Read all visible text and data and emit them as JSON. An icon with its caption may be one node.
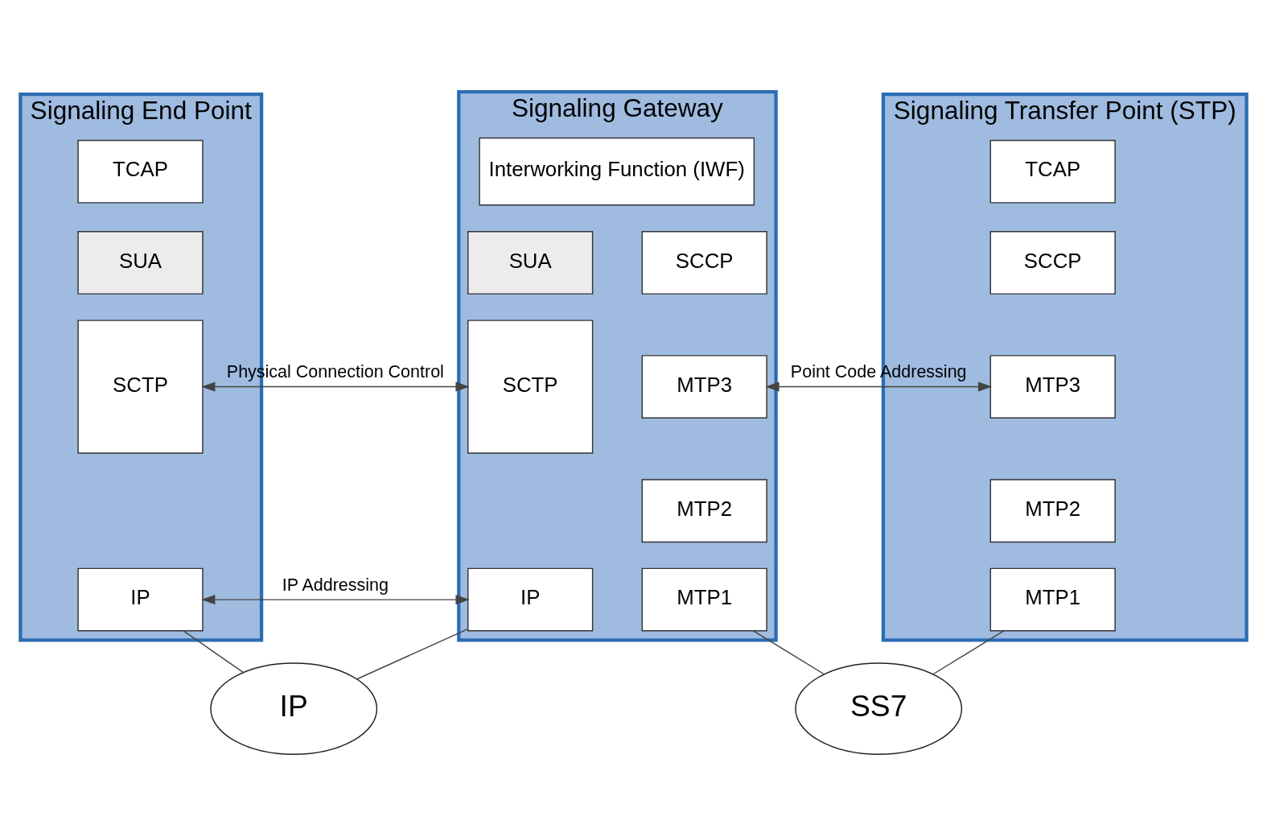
{
  "diagram": {
    "nodes": [
      {
        "text": [
          "Signaling End Point"
        ]
      },
      {
        "text": [
          "TCAP"
        ],
        "in": 0
      },
      {
        "text": [
          "SUA"
        ],
        "in": 0
      },
      {
        "text": [
          "SCTP"
        ],
        "in": 0
      },
      {
        "text": [
          "IP"
        ],
        "in": 0
      },
      {
        "text": [
          "Signaling Gateway"
        ]
      },
      {
        "text": [
          "Interworking Function (IWF)"
        ],
        "in": 5
      },
      {
        "text": [
          "SUA"
        ],
        "in": 5
      },
      {
        "text": [
          "SCCP"
        ],
        "in": 5
      },
      {
        "text": [
          "SCTP"
        ],
        "in": 5
      },
      {
        "text": [
          "MTP3"
        ],
        "in": 5
      },
      {
        "text": [
          "MTP2"
        ],
        "in": 5
      },
      {
        "text": [
          "IP"
        ],
        "in": 5
      },
      {
        "text": [
          "MTP1"
        ],
        "in": 5
      },
      {
        "text": [
          "Signaling Transfer Point (STP)"
        ]
      },
      {
        "text": [
          "TCAP"
        ],
        "in": 14
      },
      {
        "text": [
          "SCCP"
        ],
        "in": 14
      },
      {
        "text": [
          "MTP3"
        ],
        "in": 14
      },
      {
        "text": [
          "MTP2"
        ],
        "in": 14
      },
      {
        "text": [
          "MTP1"
        ],
        "in": 14
      },
      {
        "text": [
          "IP"
        ]
      },
      {
        "text": [
          "SS7"
        ]
      }
    ],
    "edges": [
      {
        "from": 3,
        "to": 9,
        "arrow": "both",
        "label": "Physical Connection Control"
      },
      {
        "from": 4,
        "to": 12,
        "arrow": "both",
        "label": "IP Addressing"
      },
      {
        "from": 10,
        "to": 17,
        "arrow": "both",
        "label": "Point Code Addressing"
      },
      {
        "from": 4,
        "to": 20,
        "arrow": "none"
      },
      {
        "from": 12,
        "to": 20,
        "arrow": "none"
      },
      {
        "from": 13,
        "to": 21,
        "arrow": "none"
      },
      {
        "from": 19,
        "to": 21,
        "arrow": "none"
      }
    ]
  }
}
